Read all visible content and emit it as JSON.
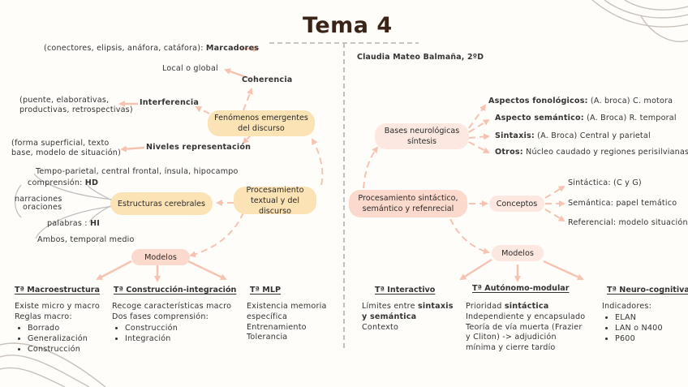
{
  "title": "Tema 4",
  "author": "Claudia Mateo Balmaña, 2ºD",
  "left": {
    "center": "Procesamiento textual y del discurso",
    "fenomenos": {
      "label": "Fenómenos emergentes del discurso",
      "coherencia": "Coherencia",
      "marcadores_pre": "(conectores, elipsis, anáfora, catáfora): ",
      "marcadores": "Marcadores",
      "local_global": "Local o global",
      "interferencia": "Interferencia",
      "interferencia_detail_1": "(puente, elaborativas,",
      "interferencia_detail_2": "productivas, retrospectivas)",
      "niveles": "Niveles representación",
      "niveles_detail_1": "(forma superficial, texto",
      "niveles_detail_2": "base, modelo de situación)"
    },
    "estructuras": {
      "label": "Estructuras cerebrales",
      "tempo": "Tempo-parietal, central frontal, ínsula, hipocampo",
      "comprension_pre": "comprensión: ",
      "comprension_hd": "HD",
      "narraciones": "narraciones",
      "oraciones": "oraciones",
      "palabras_pre": "palabras : ",
      "palabras_hi": "HI",
      "ambos": "Ambos, temporal medio"
    },
    "modelos": {
      "label": "Modelos",
      "m1_title": "Tª Macroestructura",
      "m1_l1": "Existe micro y macro",
      "m1_l2": "Reglas macro:",
      "m1_items": [
        "Borrado",
        "Generalización",
        "Construcción"
      ],
      "m2_title": "Tª Construcción-integración",
      "m2_l1": "Recoge características macro",
      "m2_l2": "Dos fases comprensión:",
      "m2_items": [
        "Construcción",
        "Integración"
      ],
      "m3_title": "Tª MLP",
      "m3_l1": "Existencia memoria",
      "m3_l2": "específica",
      "m3_l3": "Entrenamiento",
      "m3_l4": "Tolerancia"
    }
  },
  "right": {
    "center": "Procesamiento sintáctico, semántico y refenrecial",
    "bases": {
      "label": "Bases neurológicas síntesis",
      "fon_b": "Aspectos fonológicos:",
      "fon_t": " (A. broca) C. motora",
      "sem_b": "Aspecto semántico:",
      "sem_t": " (A. Broca) R. temporal",
      "sin_b": "Sintaxis:",
      "sin_t": " (A. Broca) Central y parietal",
      "otr_b": "Otros:",
      "otr_t": " Núcleo caudado y regiones perisilvianas"
    },
    "conceptos": {
      "label": "Conceptos",
      "sintactica": "Sintáctica: (C y G)",
      "semantica": "Semántica: papel temático",
      "referencial": "Referencial: modelo situación"
    },
    "modelos": {
      "label": "Modelos",
      "m1_title": "Tª Interactivo",
      "m1_l1_pre": "Límites entre ",
      "m1_l1_b": "sintaxis",
      "m1_l2_b": "y semántica",
      "m1_l3": "Contexto",
      "m2_title": "Tª Autónomo-modular",
      "m2_l1_pre": "Prioridad ",
      "m2_l1_b": "sintáctica",
      "m2_l2": "Independiente y encapsulado",
      "m2_l3": "Teoría de vía muerta (Frazier",
      "m2_l4": "y Cliton) -> adjudición",
      "m2_l5": "mínima y cierre tardío",
      "m3_title": "Tª Neuro-cognitiva",
      "m3_l1": "Indicadores:",
      "m3_items": [
        "ELAN",
        "LAN o N400",
        "P600"
      ]
    }
  },
  "colors": {
    "arrow": "#f6c3b3",
    "pill_yellow": "#fbe3b5",
    "pill_salmon": "#fbd9cc",
    "title": "#3a2418",
    "divider": "#b3b3b3"
  }
}
